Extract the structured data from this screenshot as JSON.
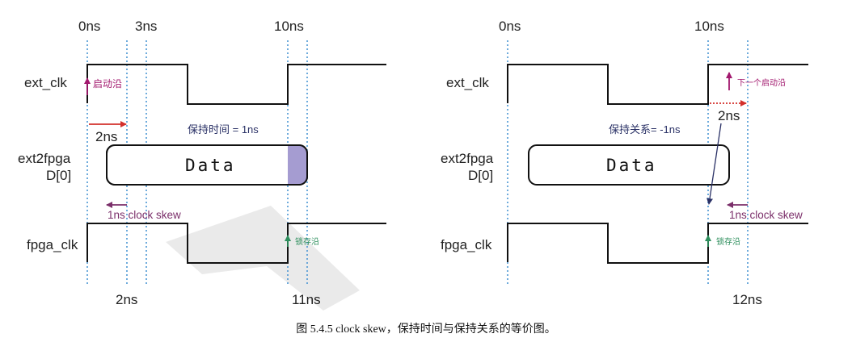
{
  "colors": {
    "wave": "#111111",
    "dotted": "#3f8fd1",
    "launch_edge": "#a2186e",
    "capture_edge": "#2e8f5d",
    "delay_arrow": "#d3302c",
    "skew_arrow": "#7b2f6a",
    "text_navy": "#2a3166",
    "hold_fill": "#a59cd1"
  },
  "left": {
    "time_labels_top": [
      "0ns",
      "3ns",
      "10ns"
    ],
    "time_labels_bottom": [
      "2ns",
      "11ns"
    ],
    "signals": [
      "ext_clk",
      "ext2fpga",
      "D[0]",
      "fpga_clk"
    ],
    "launch_edge_label": "启动沿",
    "capture_edge_label": "锁存沿",
    "delay_label": "2ns",
    "hold_label": "保持时间 = 1ns",
    "data_label": "Data",
    "skew_label": "1ns clock skew"
  },
  "right": {
    "time_labels_top": [
      "0ns",
      "10ns"
    ],
    "time_labels_bottom": [
      "12ns"
    ],
    "signals": [
      "ext_clk",
      "ext2fpga",
      "D[0]",
      "fpga_clk"
    ],
    "next_launch_label": "下一个启动沿",
    "capture_edge_label": "锁存沿",
    "delay_label": "2ns",
    "hold_label": "保持关系= -1ns",
    "data_label": "Data",
    "skew_label": "1ns clock skew"
  },
  "caption": "图 5.4.5 clock skew，保持时间与保持关系的等价图。"
}
